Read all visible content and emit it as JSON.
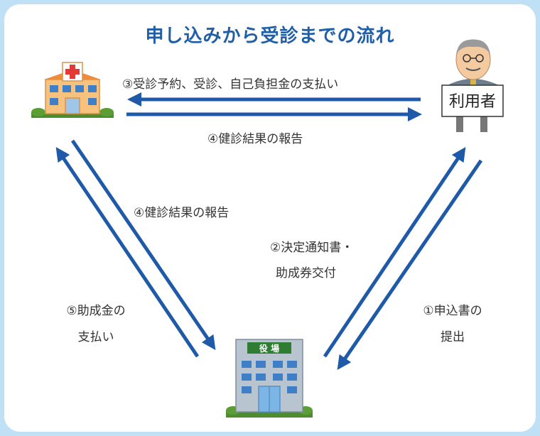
{
  "title": "申し込みから受診までの流れ",
  "user_sign": "利用者",
  "city_hall_sign": "役 場",
  "edges": {
    "e3": "③受診予約、受診、自己負担金の支払い",
    "e4_top": "④健診結果の報告",
    "e4_mid": "④健診結果の報告",
    "e2_line1": "②決定通知書・",
    "e2_line2": "助成券交付",
    "e5_line1": "⑤助成金の",
    "e5_line2": "支払い",
    "e1_line1": "①申込書の",
    "e1_line2": "提出"
  },
  "colors": {
    "arrow": "#1e5aa8",
    "title": "#1f5fa8",
    "background": "#bfe0f5",
    "hospital_cross": "#e53935",
    "building_green": "#2e7d32"
  }
}
